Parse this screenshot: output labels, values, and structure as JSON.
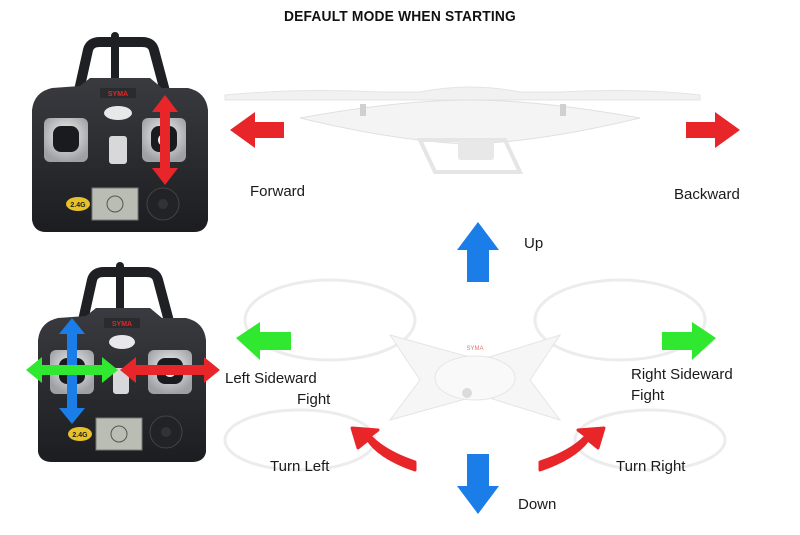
{
  "title": "DEFAULT MODE WHEN STARTING",
  "colors": {
    "red_arrow": "#e8262a",
    "blue_arrow": "#1a7de8",
    "green_arrow": "#2fe82f",
    "controller_body": "#26272b",
    "drone_body": "#f2f2f2"
  },
  "controllers": [
    {
      "brand": "SYMA",
      "badge": "2.4G",
      "highlight": "right-stick-vertical"
    },
    {
      "brand": "SYMA",
      "badge": "2.4G",
      "highlight": "left-stick-all, right-stick-horizontal"
    }
  ],
  "labels": {
    "forward": "Forward",
    "backward": "Backward",
    "up": "Up",
    "down": "Down",
    "left_sideward_1": "Left Sideward",
    "left_sideward_2": "Fight",
    "right_sideward_1": "Right Sideward",
    "right_sideward_2": "Fight",
    "turn_left": "Turn Left",
    "turn_right": "Turn Right"
  }
}
